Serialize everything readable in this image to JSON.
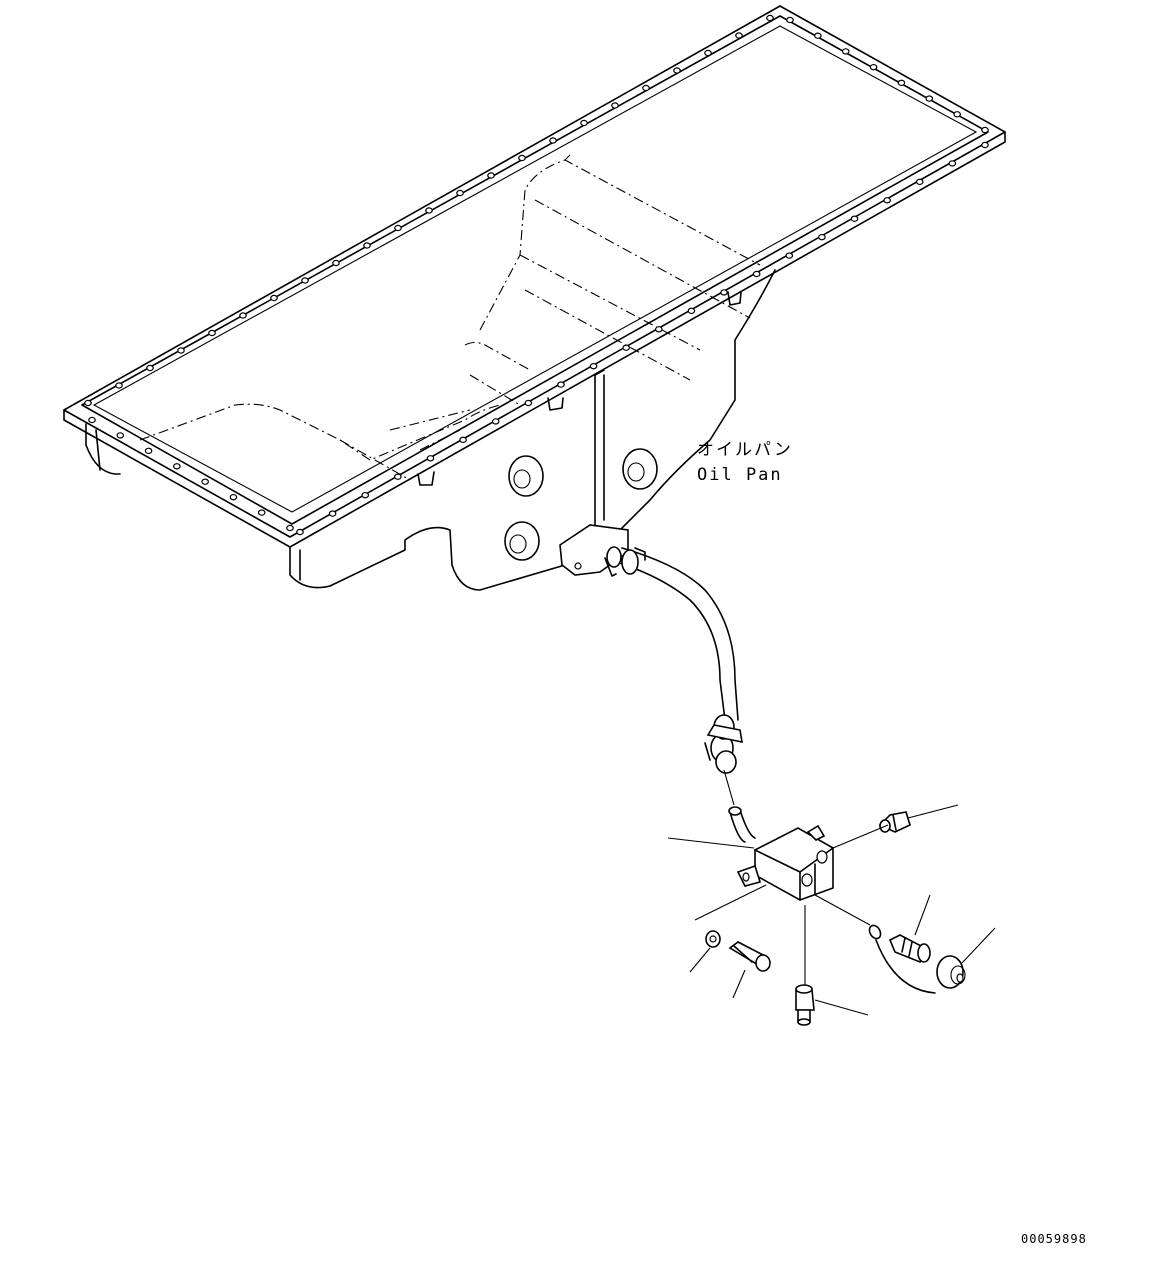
{
  "labels": {
    "oil_pan_jp": "オイルパン",
    "oil_pan_en": "Oil Pan"
  },
  "document_number": "00059898"
}
